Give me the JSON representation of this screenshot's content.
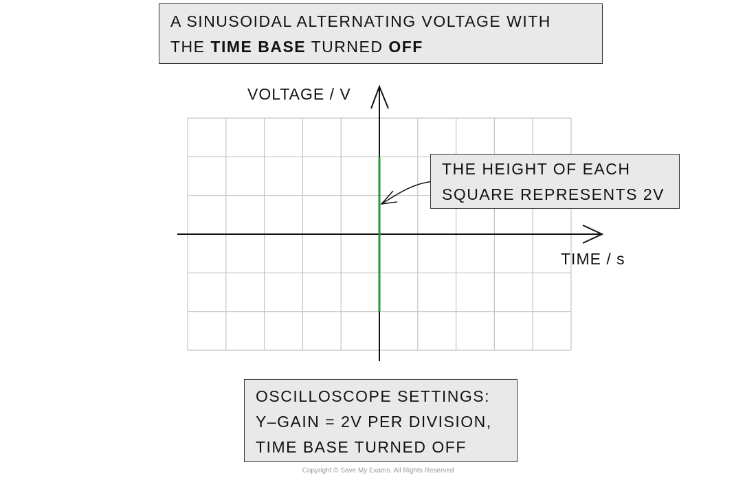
{
  "title": {
    "line1": "A SINUSOIDAL ALTERNATING VOLTAGE WITH",
    "line2_a": "THE ",
    "line2_b": "TIME BASE",
    "line2_c": " TURNED ",
    "line2_d": "OFF"
  },
  "axes": {
    "y_label": "VOLTAGE / V",
    "x_label": "TIME / s"
  },
  "grid": {
    "columns": 10,
    "rows": 6,
    "volts_per_division": 2
  },
  "trace": {
    "color": "#1e9a3c",
    "top_divisions": 2,
    "bottom_divisions": -2
  },
  "annotation": {
    "line1": "THE HEIGHT OF EACH",
    "line2": "SQUARE REPRESENTS 2V"
  },
  "settings": {
    "line1": "OSCILLOSCOPE SETTINGS:",
    "line2": "Y–GAIN = 2V PER DIVISION,",
    "line3": "TIME BASE TURNED OFF"
  },
  "copyright": "Copyright © Save My Exams. All Rights Reserved"
}
